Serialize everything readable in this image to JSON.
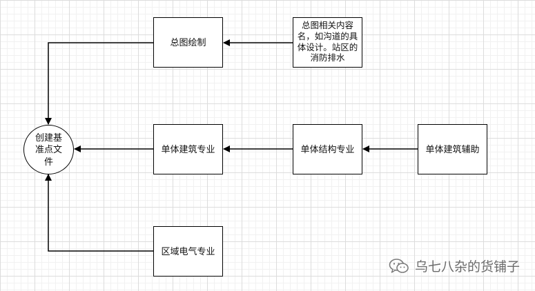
{
  "nodes": {
    "center": "创建基准点文件",
    "site_plan": "总图绘制",
    "site_note": "总图相关内容名，如沟道的具体设计。站区的消防排水",
    "building": "单体建筑专业",
    "structure": "单体结构专业",
    "auxiliary": "单体建筑辅助",
    "electrical": "区域电气专业"
  },
  "watermark": {
    "text": "乌七八杂的货铺子",
    "icon": "wechat-icon"
  }
}
